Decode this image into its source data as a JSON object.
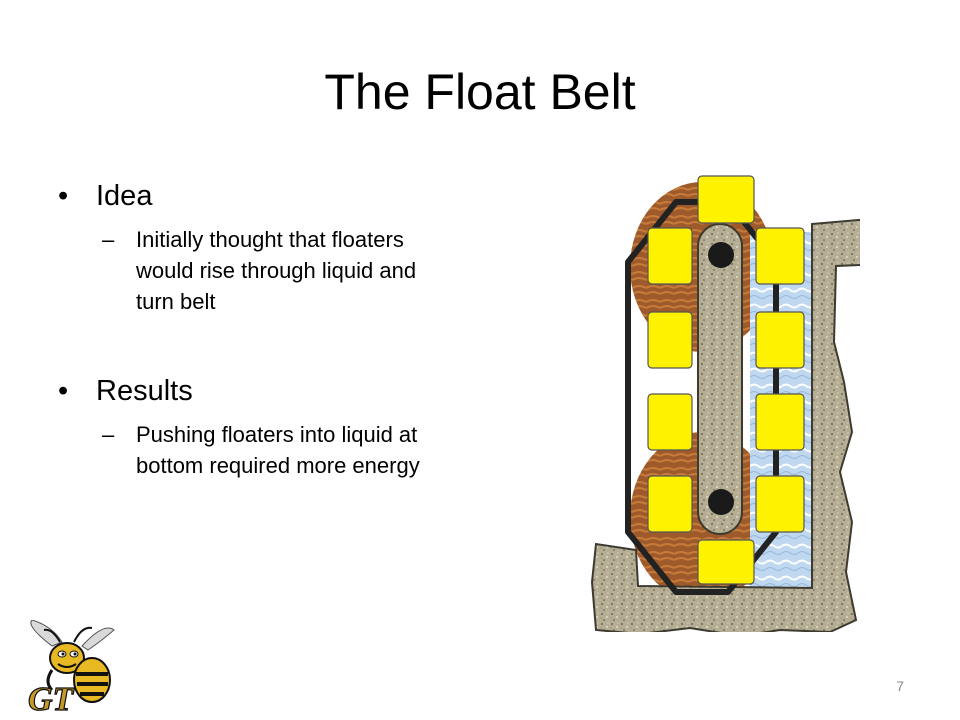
{
  "slide": {
    "title": "The Float Belt",
    "page_number": "7"
  },
  "bullets": [
    {
      "label": "Idea",
      "sub": [
        "Initially thought that floaters would rise through liquid and turn belt"
      ]
    },
    {
      "label": "Results",
      "sub": [
        "Pushing floaters into liquid at bottom required more energy"
      ]
    }
  ],
  "logo": {
    "text": "GT",
    "icon": "yellow-jacket-mascot-icon"
  },
  "diagram": {
    "icon": "float-belt-diagram",
    "colors": {
      "floater": "#FFF200",
      "container": "#B5AE94",
      "water": "#BFD8F0",
      "wheel": "#8B4A1C",
      "belt": "#222222"
    }
  }
}
